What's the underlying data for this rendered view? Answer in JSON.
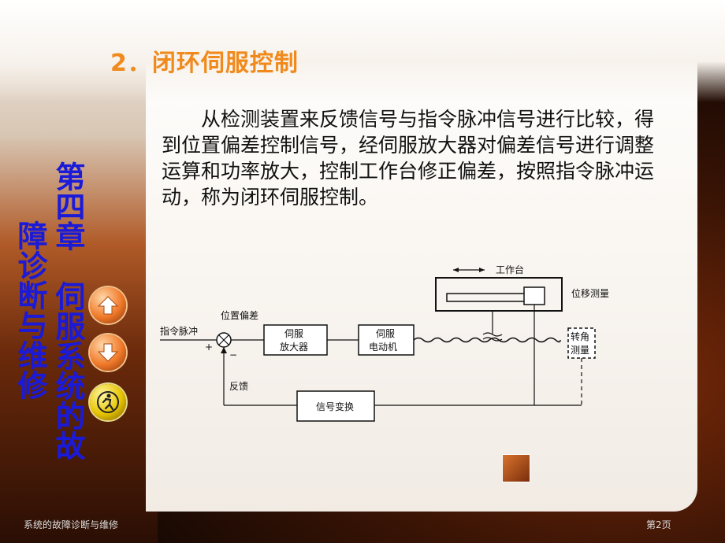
{
  "slide": {
    "title": "2．闭环伺服控制",
    "paragraph": "从检测装置来反馈信号与指令脉冲信号进行比较，得到位置偏差控制信号，经伺服放大器对偏差信号进行调整运算和功率放大，控制工作台修正偏差，按照指令脉冲运动，称为闭环伺服控制。"
  },
  "sidebar": {
    "chapter_line1": "第四章　伺服系统的故",
    "chapter_line2": "障诊断与维修"
  },
  "nav": {
    "up_icon": "arrow-up-icon",
    "down_icon": "arrow-down-icon",
    "exit_icon": "exit-icon"
  },
  "diagram": {
    "worktable_label": "工作台",
    "position_measure": "位移测量",
    "position_error": "位置偏差",
    "command_pulse": "指令脉冲",
    "plus": "+",
    "minus": "−",
    "servo_amp_line1": "伺服",
    "servo_amp_line2": "放大器",
    "servo_motor_line1": "伺服",
    "servo_motor_line2": "电动机",
    "angle_line1": "转角",
    "angle_line2": "测量",
    "feedback": "反馈",
    "signal_convert": "信号变换"
  },
  "footer": {
    "left": "系统的故障诊断与维修",
    "right": "第2页"
  },
  "colors": {
    "title": "#f08a1c",
    "chapter_text": "#1a1ad8"
  }
}
